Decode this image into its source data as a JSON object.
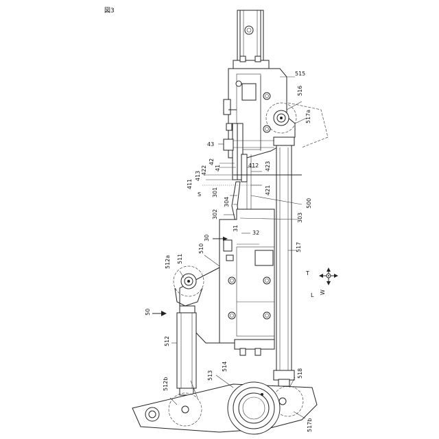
{
  "figure": {
    "title": "図3"
  },
  "labels": {
    "l515": "515",
    "l516": "516",
    "l517a": "517a",
    "l43": "43",
    "l42": "42",
    "l41": "41",
    "l412": "412",
    "l422": "422",
    "l423": "423",
    "l413": "413",
    "l411": "411",
    "lS": "S",
    "l421": "421",
    "l301": "301",
    "l500": "500",
    "l304": "304",
    "l302": "302",
    "l303": "303",
    "l31": "31",
    "l32": "32",
    "l30": "30",
    "l517": "517",
    "l510": "510",
    "l511": "511",
    "l512a": "512a",
    "l50": "50",
    "l512": "512",
    "l514": "514",
    "l518": "518",
    "l513": "513",
    "l512b": "512b",
    "l517b": "517b"
  },
  "compass": {
    "t": "T",
    "l": "L",
    "w": "W"
  },
  "icons": {
    "direction_arrow": "arrow-icon",
    "compass": "compass-icon"
  }
}
